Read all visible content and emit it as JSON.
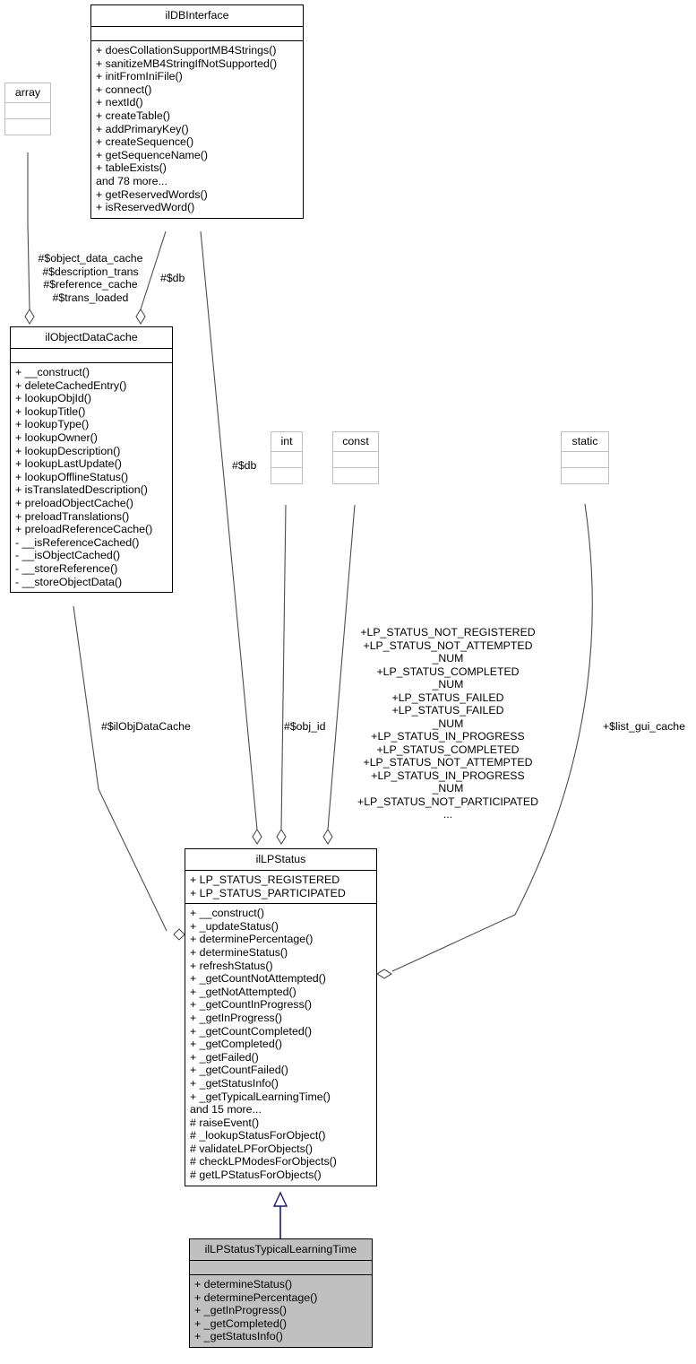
{
  "diagram": {
    "kind": "uml-class-diagram",
    "colors": {
      "background": "#ffffff",
      "border": "#000000",
      "light_border": "#bfbfbf",
      "edge": "#4d4d4d",
      "inheritance_edge": "#191970",
      "highlight_fill": "#c0c0c0"
    }
  },
  "nodes": {
    "ildbinterface": {
      "name": "ilDBInterface",
      "attributes": [],
      "operations": [
        "+ doesCollationSupportMB4Strings()",
        "+ sanitizeMB4StringIfNotSupported()",
        "+ initFromIniFile()",
        "+ connect()",
        "+ nextId()",
        "+ createTable()",
        "+ addPrimaryKey()",
        "+ createSequence()",
        "+ getSequenceName()",
        "+ tableExists()",
        "and 78 more...",
        "+ getReservedWords()",
        "+ isReservedWord()"
      ]
    },
    "array": {
      "name": "array",
      "attributes": [],
      "operations": []
    },
    "ilobjectdatacache": {
      "name": "ilObjectDataCache",
      "attributes": [],
      "operations": [
        "+ __construct()",
        "+ deleteCachedEntry()",
        "+ lookupObjId()",
        "+ lookupTitle()",
        "+ lookupType()",
        "+ lookupOwner()",
        "+ lookupDescription()",
        "+ lookupLastUpdate()",
        "+ lookupOfflineStatus()",
        "+ isTranslatedDescription()",
        "+ preloadObjectCache()",
        "+ preloadTranslations()",
        "+ preloadReferenceCache()",
        "- __isReferenceCached()",
        "- __isObjectCached()",
        "- __storeReference()",
        "- __storeObjectData()"
      ]
    },
    "int": {
      "name": "int",
      "attributes": [],
      "operations": []
    },
    "const": {
      "name": "const",
      "attributes": [],
      "operations": []
    },
    "static": {
      "name": "static",
      "attributes": [],
      "operations": []
    },
    "illpstatus": {
      "name": "ilLPStatus",
      "attributes": [
        "+ LP_STATUS_REGISTERED",
        "+ LP_STATUS_PARTICIPATED"
      ],
      "operations": [
        "+ __construct()",
        "+ _updateStatus()",
        "+ determinePercentage()",
        "+ determineStatus()",
        "+ refreshStatus()",
        "+ _getCountNotAttempted()",
        "+ _getNotAttempted()",
        "+ _getCountInProgress()",
        "+ _getInProgress()",
        "+ _getCountCompleted()",
        "+ _getCompleted()",
        "+ _getFailed()",
        "+ _getCountFailed()",
        "+ _getStatusInfo()",
        "+ _getTypicalLearningTime()",
        "and 15 more...",
        "# raiseEvent()",
        "# _lookupStatusForObject()",
        "# validateLPForObjects()",
        "# checkLPModesForObjects()",
        "# getLPStatusForObjects()"
      ]
    },
    "illpstatustypicallearningtime": {
      "name": "ilLPStatusTypicalLearningTime",
      "attributes": [],
      "operations": [
        "+ determineStatus()",
        "+ determinePercentage()",
        "+ _getInProgress()",
        "+ _getCompleted()",
        "+ _getStatusInfo()"
      ]
    }
  },
  "edge_labels": {
    "array_to_cache": "#$object_data_cache\n#$description_trans\n#$reference_cache\n#$trans_loaded",
    "db_to_cache": "#$db",
    "db_to_lpstatus": "#$db",
    "int_to_lpstatus": "#$obj_id",
    "const_to_lpstatus": "+LP_STATUS_NOT_REGISTERED\n+LP_STATUS_NOT_ATTEMPTED\n_NUM\n+LP_STATUS_COMPLETED\n_NUM\n+LP_STATUS_FAILED\n+LP_STATUS_FAILED\n_NUM\n+LP_STATUS_IN_PROGRESS\n+LP_STATUS_COMPLETED\n+LP_STATUS_NOT_ATTEMPTED\n+LP_STATUS_IN_PROGRESS\n_NUM\n+LP_STATUS_NOT_PARTICIPATED\n...",
    "cache_to_lpstatus": "#$ilObjDataCache",
    "static_to_lpstatus": "+$list_gui_cache"
  }
}
